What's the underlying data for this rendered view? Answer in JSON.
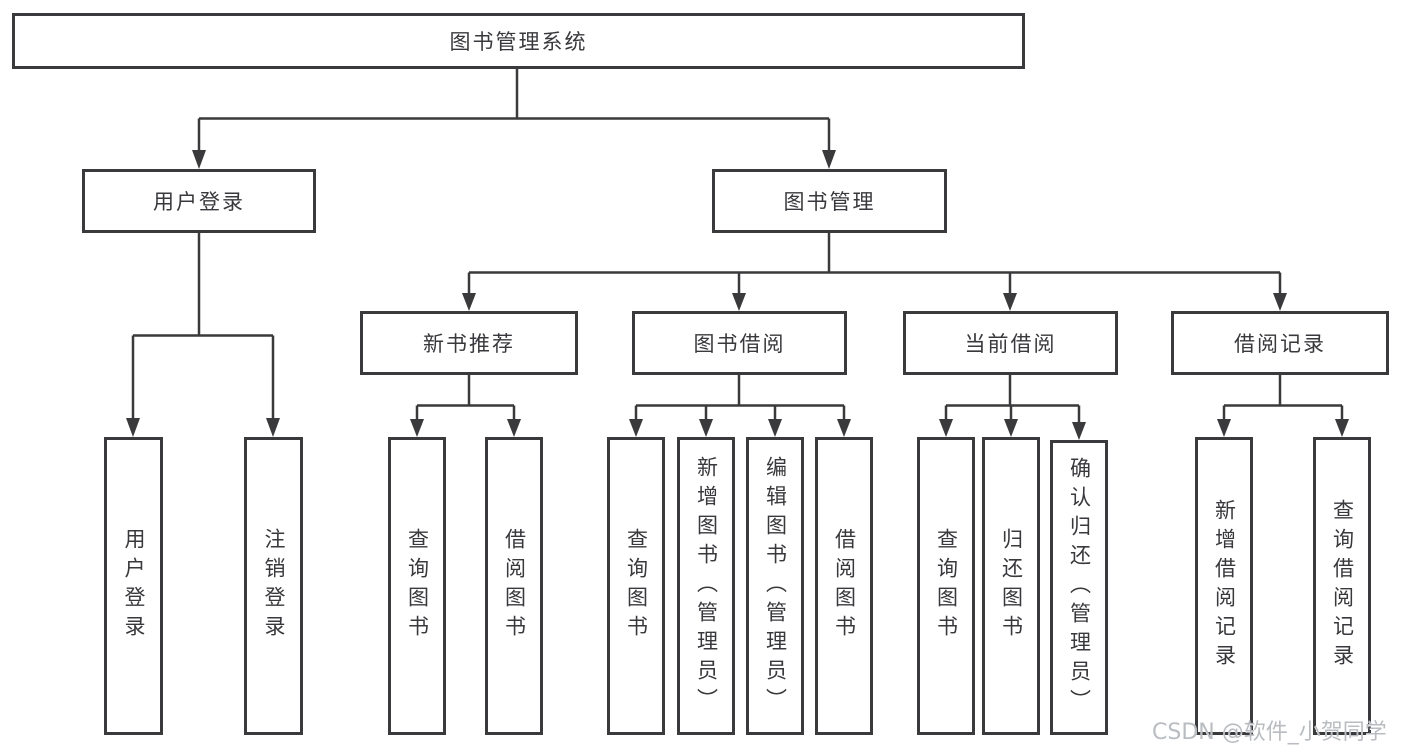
{
  "root": {
    "label": "图书管理系统"
  },
  "branches": [
    {
      "label": "用户登录",
      "children": [
        {
          "label": "用户登录"
        },
        {
          "label": "注销登录"
        }
      ]
    },
    {
      "label": "图书管理",
      "children": [
        {
          "label": "新书推荐",
          "children": [
            {
              "label": "查询图书"
            },
            {
              "label": "借阅图书"
            }
          ]
        },
        {
          "label": "图书借阅",
          "children": [
            {
              "label": "查询图书"
            },
            {
              "label": "新增图书（管理员）"
            },
            {
              "label": "编辑图书（管理员）"
            },
            {
              "label": "借阅图书"
            }
          ]
        },
        {
          "label": "当前借阅",
          "children": [
            {
              "label": "查询图书"
            },
            {
              "label": "归还图书"
            },
            {
              "label": "确认归还（管理员）"
            }
          ]
        },
        {
          "label": "借阅记录",
          "children": [
            {
              "label": "新增借阅记录"
            },
            {
              "label": "查询借阅记录"
            }
          ]
        }
      ]
    }
  ],
  "watermark": {
    "text": "CSDN @软件_小贺同学"
  },
  "colors": {
    "line": "#3a3a3c",
    "text": "#39393d",
    "watermark": "#b9bcc0",
    "background": "#ffffff"
  }
}
